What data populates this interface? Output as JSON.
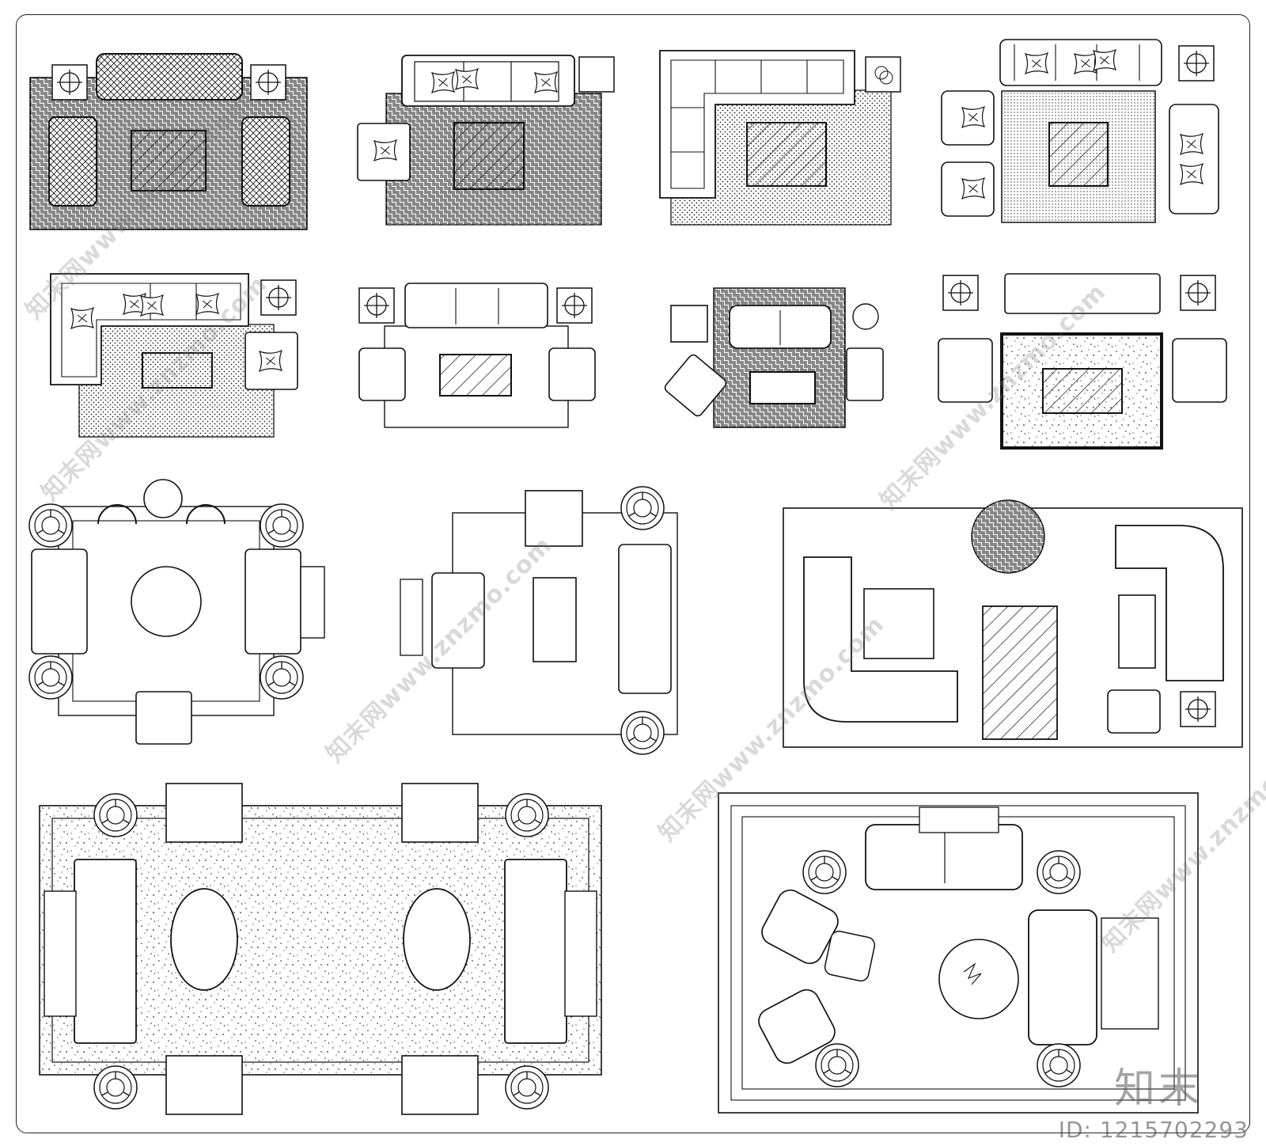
{
  "watermarks": [
    "知末网www.znzmo.com",
    "知末网www.znzmo.com",
    "知末网www.znzmo.com",
    "知末网www.znzmo.com",
    "知末网www.znzmo.com",
    "知末网www.znzmo.com"
  ],
  "brand": {
    "logo_text": "知末",
    "id_text": "ID: 1215702293"
  },
  "colors": {
    "line": "#1a1a1a",
    "background": "#ffffff",
    "watermark": "#9a9a9a"
  },
  "icons": [
    "sofa-icon",
    "armchair-icon",
    "coffee-table-icon",
    "side-table-lamp-icon",
    "rug-icon",
    "cushion-icon"
  ]
}
